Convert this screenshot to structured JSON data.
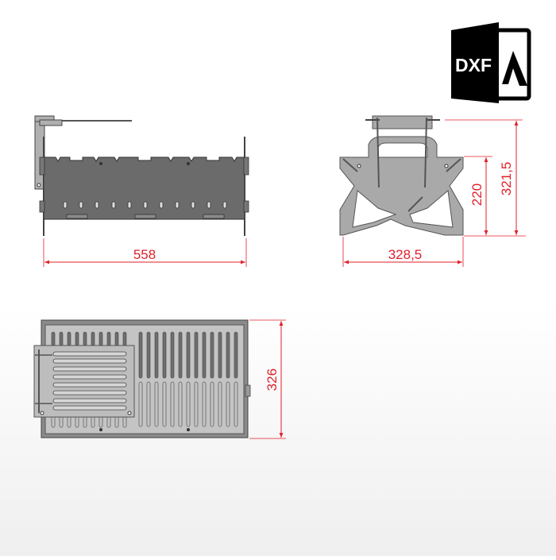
{
  "badge": {
    "label": "DXF",
    "icon": "dxf-file-icon"
  },
  "colors": {
    "dimension": "#e0202a",
    "part_dark": "#6b6b6b",
    "part_light": "#a9a9a9",
    "outline": "#3a3a3a",
    "background": "#ffffff"
  },
  "views": {
    "front": {
      "name": "front-view",
      "dimensions": {
        "width": "558"
      }
    },
    "side": {
      "name": "side-view",
      "dimensions": {
        "width": "328,5",
        "body_height": "220",
        "total_height": "321,5"
      }
    },
    "top": {
      "name": "top-view",
      "dimensions": {
        "depth": "326"
      }
    }
  }
}
